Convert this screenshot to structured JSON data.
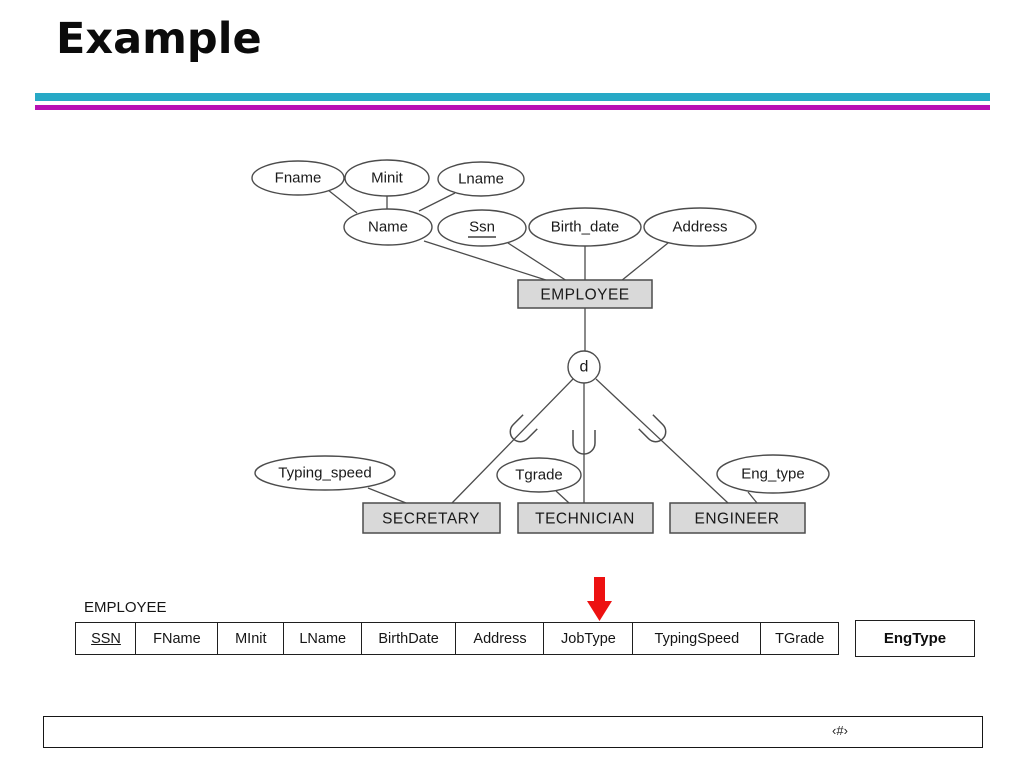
{
  "slide": {
    "title": "Example",
    "footer": {
      "page_number_placeholder": "‹#›"
    },
    "rule_colors": {
      "cyan": "#27a9c6",
      "magenta": "#b811b3"
    }
  },
  "diagram": {
    "type": "eer-specialization",
    "specialization": {
      "circle_label": "d"
    },
    "entities": [
      {
        "label": "EMPLOYEE"
      },
      {
        "label": "SECRETARY"
      },
      {
        "label": "TECHNICIAN"
      },
      {
        "label": "ENGINEER"
      }
    ],
    "attributes": [
      {
        "label": "Fname"
      },
      {
        "label": "Minit"
      },
      {
        "label": "Lname"
      },
      {
        "label": "Name"
      },
      {
        "label": "Ssn",
        "key": true
      },
      {
        "label": "Birth_date"
      },
      {
        "label": "Address"
      },
      {
        "label": "Typing_speed"
      },
      {
        "label": "Tgrade"
      },
      {
        "label": "Eng_type"
      }
    ]
  },
  "relation_table": {
    "name": "EMPLOYEE",
    "columns": [
      "SSN",
      "FName",
      "MInit",
      "LName",
      "BirthDate",
      "Address",
      "JobType",
      "TypingSpeed",
      "TGrade",
      "EngType"
    ],
    "key_column": "SSN",
    "bold_column": "EngType",
    "arrow": {
      "points_to": "JobType",
      "color": "#ed1111"
    }
  }
}
